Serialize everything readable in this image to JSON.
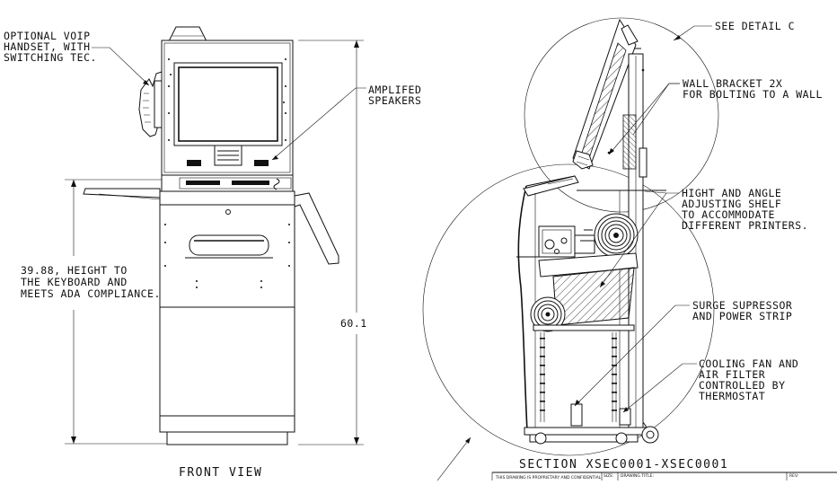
{
  "labels": {
    "voip_line1": "OPTIONAL VOIP",
    "voip_line2": "HANDSET, WITH",
    "voip_line3": "SWITCHING TEC.",
    "speakers_line1": "AMPLIFED",
    "speakers_line2": "SPEAKERS",
    "height_line1": "39.88, HEIGHT TO",
    "height_line2": "THE KEYBOARD AND",
    "height_line3": "MEETS ADA COMPLIANCE.",
    "overall_height": "60.1",
    "front_view": "FRONT VIEW",
    "see_detail": "SEE DETAIL  C",
    "wall_line1": "WALL BRACKET 2X",
    "wall_line2": "FOR BOLTING TO A WALL",
    "shelf_line1": "HIGHT AND ANGLE",
    "shelf_line2": "ADJUSTING SHELF",
    "shelf_line3": "TO ACCOMMODATE",
    "shelf_line4": "DIFFERENT PRINTERS.",
    "surge_line1": "SURGE SUPRESSOR",
    "surge_line2": "AND POWER STRIP",
    "fan_line1": "COOLING FAN AND",
    "fan_line2": "AIR FILTER",
    "fan_line3": "CONTROLLED BY",
    "fan_line4": "THERMOSTAT",
    "section_title": "SECTION  XSEC0001-XSEC0001"
  },
  "title_block": {
    "notice": "THIS DRAWING IS PROPRIETARY AND CONFIDENTIAL",
    "size": "SIZE:",
    "drawing_title": "DRAWING TITLE:",
    "rev": "REV:"
  },
  "colors": {
    "ink": "#111111",
    "paper": "#ffffff"
  }
}
